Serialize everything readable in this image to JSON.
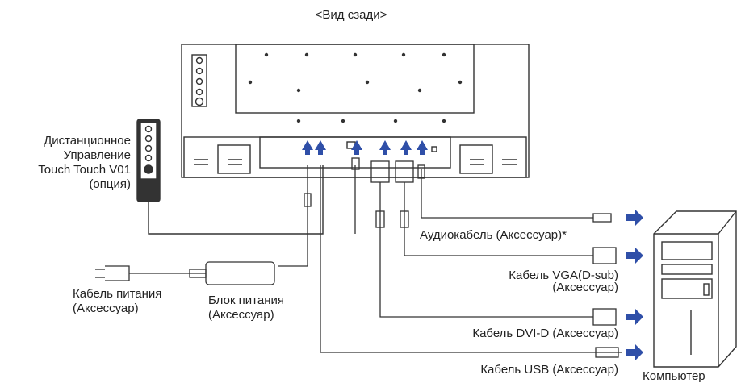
{
  "title": "<Вид сзади>",
  "remote": {
    "lines": [
      "Дистанционное",
      "Управление",
      "Touch Touch V01",
      "(опция)"
    ]
  },
  "cables": {
    "power_cable": [
      "Кабель питания",
      "(Аксессуар)"
    ],
    "power_adapter": [
      "Блок питания",
      "(Аксессуар)"
    ],
    "audio": "Аудиокабель (Аксессуар)*",
    "vga": [
      "Кабель VGA(D-sub)",
      "(Аксессуар)"
    ],
    "dvi": "Кабель DVI-D (Аксессуар)",
    "usb": "Кабель USB (Аксессуар)"
  },
  "computer": "Компьютер",
  "colors": {
    "arrow": "#2f4fa8",
    "line": "#333333"
  }
}
